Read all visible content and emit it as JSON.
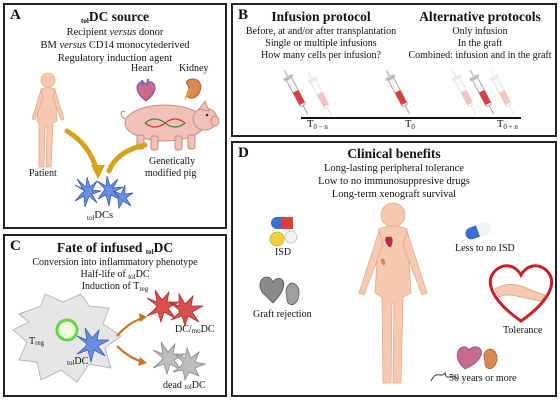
{
  "panel_a": {
    "letter": "A",
    "title_sub": "tol",
    "title_main": "DC source",
    "line1_a": "Recipient ",
    "line1_b": "versus",
    "line1_c": " donor",
    "line2_a": "BM ",
    "line2_b": "versus",
    "line2_c": " CD14 monocytederived",
    "line3": "Regulatory induction agent",
    "heart_label": "Heart",
    "kidney_label": "Kidney",
    "patient_label": "Patient",
    "pig_label_1": "Genetically",
    "pig_label_2": "modified pig",
    "cells_sub": "tol",
    "cells_main": "DCs"
  },
  "panel_b": {
    "letter": "B",
    "infusion_title": "Infusion protocol",
    "infusion_line1": "Before, at and/or after transplantation",
    "infusion_line2": "Single or multiple infusions",
    "infusion_line3": "How many cells per infusion?",
    "alt_title": "Alternative protocols",
    "alt_line1": "Only infusion",
    "alt_line2": "In the graft",
    "alt_line3": "Combined: infusion and in the graft",
    "t_minus_main": "T",
    "t_minus_sub": "0 − n",
    "t0_main": "T",
    "t0_sub": "0",
    "t_plus_main": "T",
    "t_plus_sub": "0 + n"
  },
  "panel_c": {
    "letter": "C",
    "title_a": "Fate of infused ",
    "title_sub": "tol",
    "title_b": "DC",
    "line1": "Conversion into inflammatory phenotype",
    "line2_a": "Half-life of ",
    "line2_sub": "tol",
    "line2_b": "DC",
    "line3_a": "Induction of T",
    "line3_sub": "reg",
    "treg_main": "T",
    "treg_sub": "reg",
    "toldc_sub": "tol",
    "toldc_main": "DC",
    "dcmo_a": "DC/",
    "dcmo_sub": "mo",
    "dcmo_b": "DC",
    "dead_a": "dead ",
    "dead_sub": "tol",
    "dead_b": "DC"
  },
  "panel_d": {
    "letter": "D",
    "title": "Clinical benefits",
    "line1": "Long-lasting peripheral tolerance",
    "line2": "Low to no immunosuppresive drugs",
    "line3": "Long-term xenograft survival",
    "isd_label": "ISD",
    "less_isd_label": "Less to no ISD",
    "graft_rejection_label": "Graft rejection",
    "tolerance_label": "Tolerance",
    "years_label": "50 years or more"
  },
  "colors": {
    "border": "#222222",
    "dc_blue": "#5a7fd6",
    "dc_red": "#d9504f",
    "dc_grey": "#9a9a9a",
    "arrow_gold": "#d6a21e",
    "arrow_orange": "#c9742a",
    "heart_red": "#c8202a",
    "skin": "#f6c9b0"
  }
}
